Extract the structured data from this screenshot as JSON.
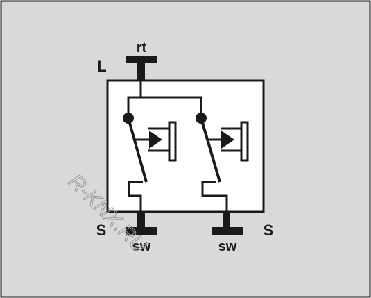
{
  "diagram": {
    "terminals": {
      "top": "rt",
      "line": "L",
      "switch_left": "S",
      "switch_right": "S",
      "out_left": "sw",
      "out_right": "sw"
    },
    "watermark": "R-KNX.RU",
    "colors": {
      "background": "#d9d9d9",
      "stroke": "#1a1a1a",
      "box": "#ffffff"
    }
  }
}
